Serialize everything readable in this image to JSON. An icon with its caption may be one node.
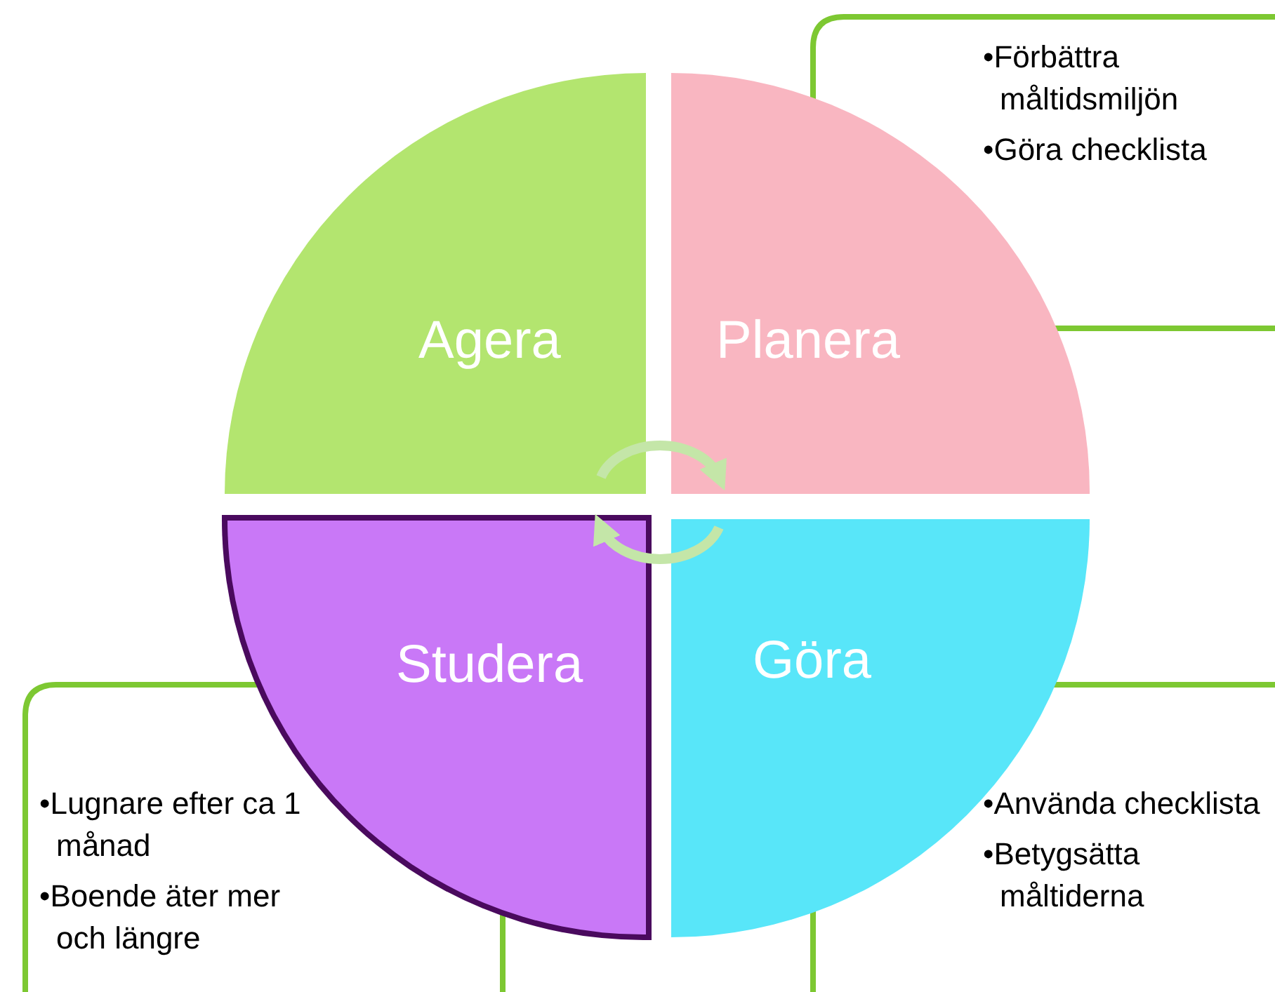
{
  "diagram": {
    "nodes": [
      {
        "text": [
          "Agera"
        ]
      },
      {
        "text": [
          "Planera"
        ]
      },
      {
        "text": [
          "Göra"
        ]
      },
      {
        "text": [
          "Studera"
        ]
      },
      {
        "text": [
          "•Förbättra måltidsmiljön",
          "•Göra checklista"
        ]
      },
      {
        "text": [
          "•Använda checklista",
          "•Betygsätta måltiderna"
        ]
      },
      {
        "text": [
          "•Lugnare efter ca 1 månad",
          "•Boende äter mer och längre"
        ]
      }
    ],
    "edges": [
      {
        "from": 0,
        "to": 1,
        "arrow": "to"
      },
      {
        "from": 2,
        "to": 3,
        "arrow": "to"
      }
    ]
  }
}
